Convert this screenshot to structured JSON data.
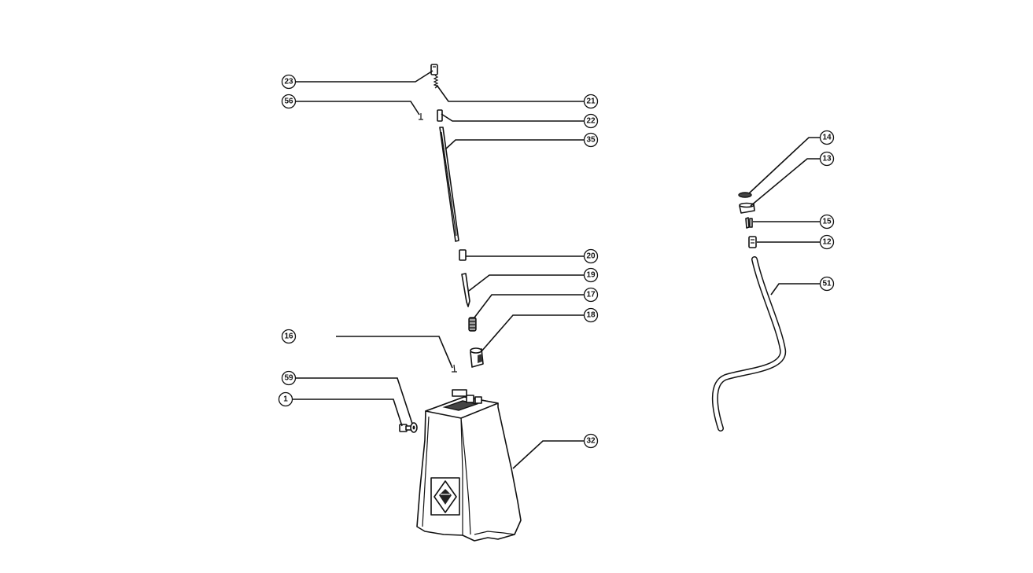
{
  "callouts": {
    "c23": "23",
    "c56": "56",
    "c21": "21",
    "c22": "22",
    "c35": "35",
    "c20": "20",
    "c19": "19",
    "c17": "17",
    "c18": "18",
    "c16": "16",
    "c59": "59",
    "c1": "1",
    "c32": "32",
    "c14": "14",
    "c13": "13",
    "c15": "15",
    "c12": "12",
    "c51": "51"
  }
}
